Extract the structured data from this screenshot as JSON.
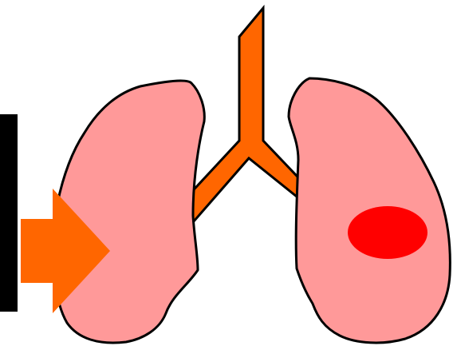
{
  "diagram": {
    "colors": {
      "background": "#ffffff",
      "lung_fill": "#ff9999",
      "outline": "#000000",
      "airway_fill": "#ff6600",
      "lesion_fill": "#ff0000",
      "arrow_fill": "#ff6600",
      "bar_fill": "#000000"
    },
    "elements": {
      "left_bar": "black-vertical-bar",
      "arrow": "arrow-right-icon",
      "trachea": "trachea-bronchi-shape",
      "right_side_lung": "lung-left-side-shape",
      "left_side_lung": "lung-right-side-shape",
      "lesion": "lesion-spot"
    }
  }
}
